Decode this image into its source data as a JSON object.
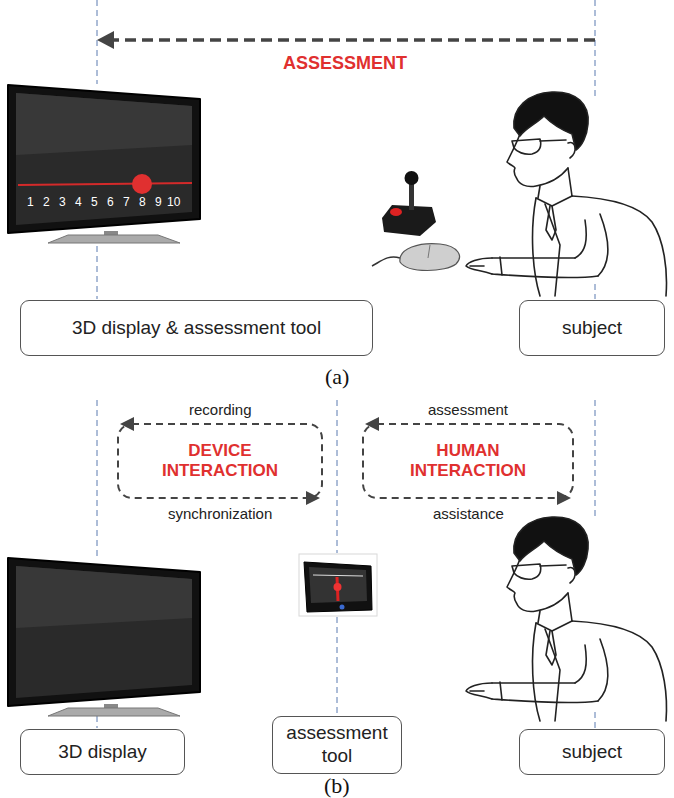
{
  "diagram": {
    "nodes": [
      {
        "text": [
          "3D display & assessment tool"
        ]
      },
      {
        "text": [
          "subject"
        ]
      },
      {
        "text": [
          "3D display"
        ]
      },
      {
        "text": [
          "assessment tool"
        ]
      },
      {
        "text": [
          "subject"
        ]
      }
    ],
    "labels": [
      "ASSESSMENT",
      "1",
      "2",
      "3",
      "4",
      "5",
      "6",
      "7",
      "8",
      "9",
      "10",
      "(a)",
      "recording",
      "DEVICE INTERACTION",
      "synchronization",
      "assessment",
      "HUMAN INTERACTION",
      "assistance",
      "(b)"
    ]
  }
}
